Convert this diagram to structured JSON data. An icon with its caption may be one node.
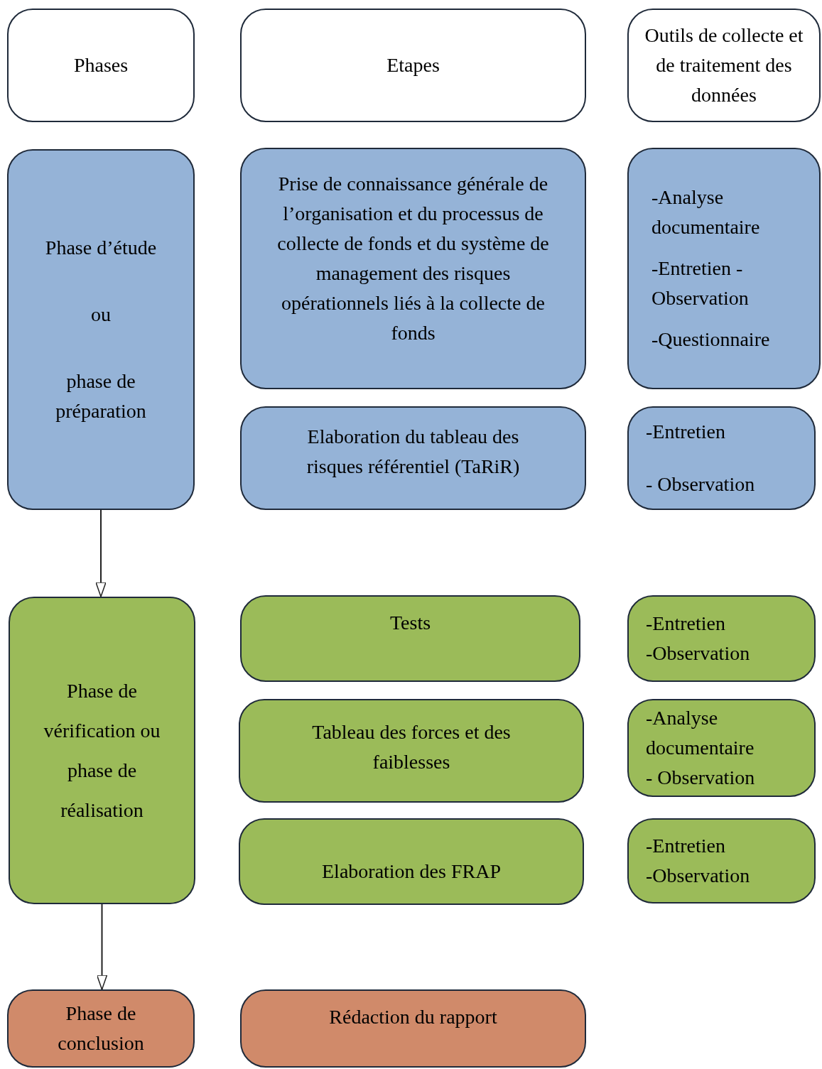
{
  "diagram": {
    "nodes": [
      {
        "text": [
          "Phases"
        ]
      },
      {
        "text": [
          "Etapes"
        ]
      },
      {
        "text": [
          "Outils de collecte et de traitement des données"
        ]
      },
      {
        "text": [
          "Phase d’étude",
          "ou",
          "phase de préparation"
        ]
      },
      {
        "text": [
          "Prise de connaissance générale de l’organisation et du processus de collecte de fonds et du système de management des risques opérationnels liés à la collecte de fonds"
        ]
      },
      {
        "text": [
          "-Analyse documentaire",
          "-Entretien -Observation",
          "-Questionnaire"
        ]
      },
      {
        "text": [
          "Elaboration du tableau des risques référentiel (TaRiR)"
        ]
      },
      {
        "text": [
          "-Entretien",
          "- Observation"
        ]
      },
      {
        "text": [
          "Phase de vérification ou phase de réalisation"
        ]
      },
      {
        "text": [
          "Tests"
        ]
      },
      {
        "text": [
          "-Entretien",
          "-Observation"
        ]
      },
      {
        "text": [
          "Tableau des forces et des faiblesses"
        ]
      },
      {
        "text": [
          "-Analyse documentaire",
          "- Observation"
        ]
      },
      {
        "text": [
          "Elaboration des FRAP"
        ]
      },
      {
        "text": [
          "-Entretien",
          "-Observation"
        ]
      },
      {
        "text": [
          "Phase de conclusion"
        ]
      },
      {
        "text": [
          "Rédaction du rapport"
        ]
      }
    ],
    "edges": [
      {
        "from": 3,
        "to": 8,
        "arrow": "to"
      },
      {
        "from": 8,
        "to": 15,
        "arrow": "to"
      }
    ]
  }
}
